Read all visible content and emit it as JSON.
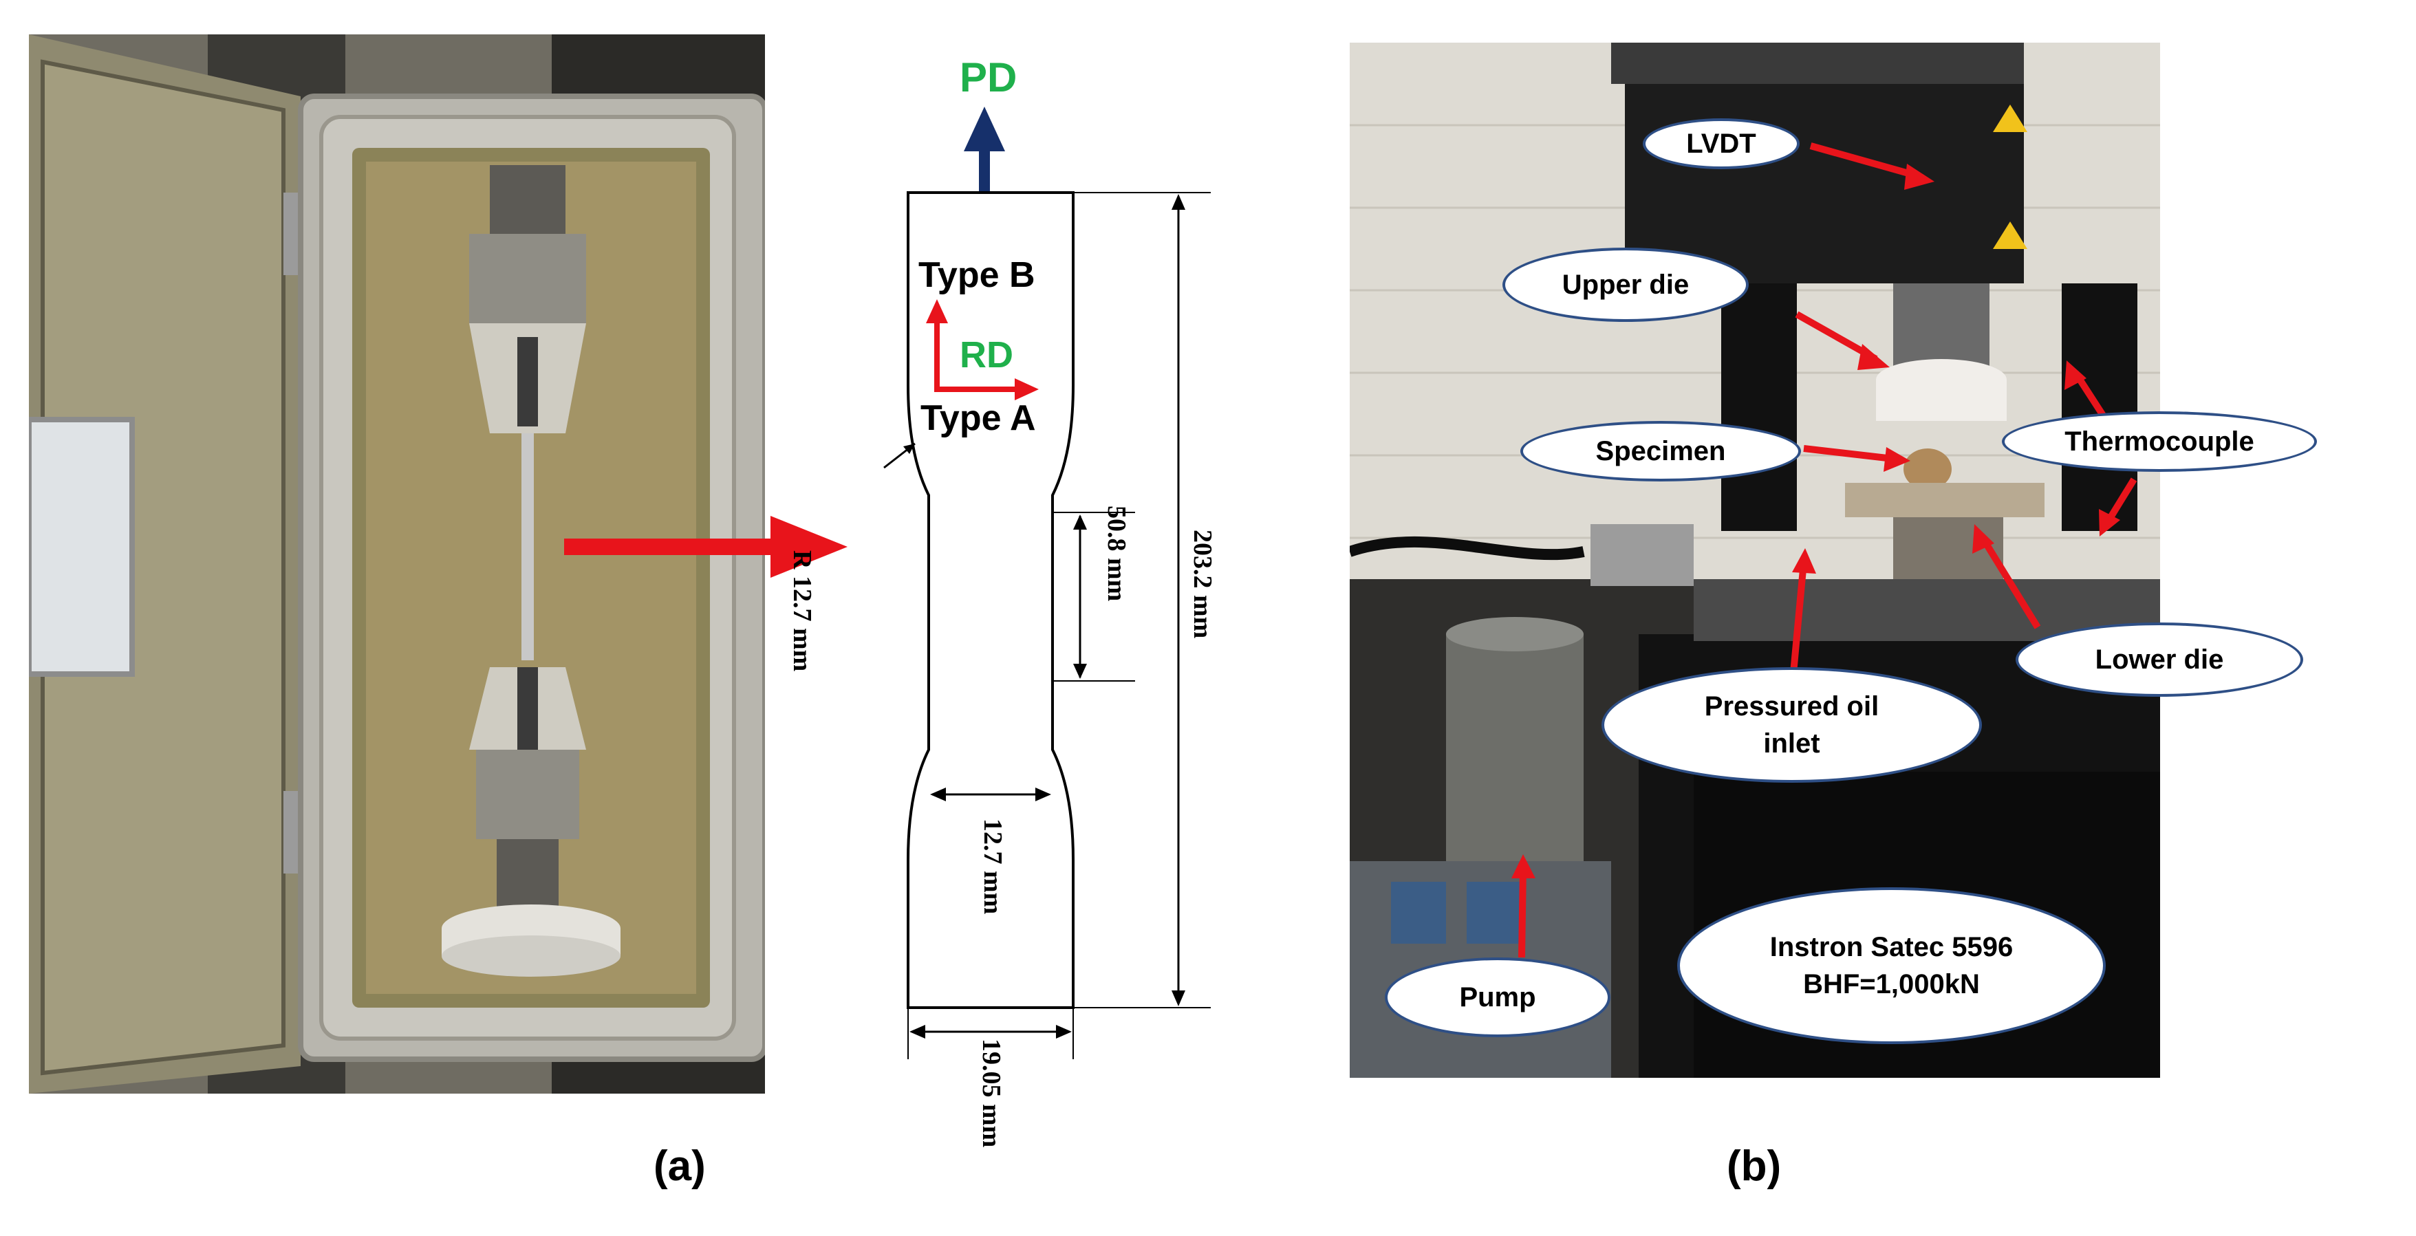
{
  "panel_a": {
    "photo_description_icon": "tensile-test-furnace-photo",
    "diagram": {
      "pd_label": "PD",
      "type_b_label": "Type B",
      "rd_label": "RD",
      "type_a_label": "Type A",
      "radius_label": "R 12.7 mm",
      "gauge_length_label": "50.8 mm",
      "total_length_label": "203.2 mm",
      "gauge_width_label": "12.7 mm",
      "grip_width_label": "19.05 mm"
    },
    "caption": "(a)"
  },
  "panel_b": {
    "labels": {
      "lvdt": "LVDT",
      "upper_die": "Upper die",
      "specimen": "Specimen",
      "thermocouple": "Thermocouple",
      "lower_die": "Lower die",
      "oil_inlet_line1": "Pressured oil",
      "oil_inlet_line2": "inlet",
      "pump": "Pump",
      "machine_line1": "Instron Satec 5596",
      "machine_line2": "BHF=1,000kN"
    },
    "caption": "(b)"
  },
  "colors": {
    "arrow_red": "#e8141b",
    "pd_arrow_navy": "#16306b",
    "label_green": "#1fb04b",
    "oval_border": "#2e4f86"
  }
}
